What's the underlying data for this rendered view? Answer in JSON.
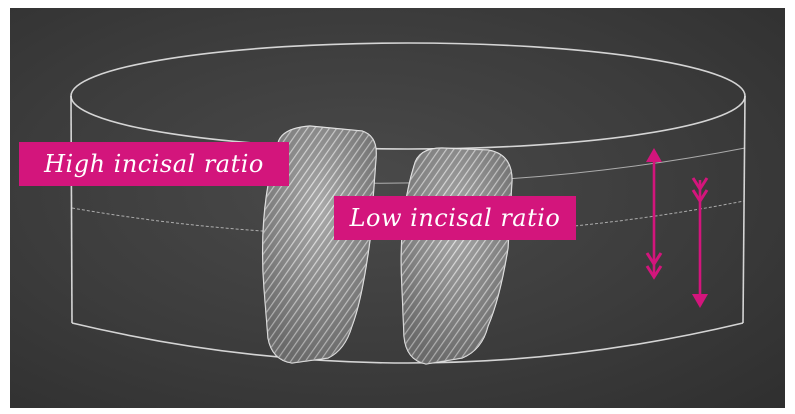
{
  "labels": {
    "high": "High incisal ratio",
    "low": "Low incisal ratio"
  },
  "colors": {
    "chalkboard": "#3c3c3c",
    "chalk": "#e6e6e6",
    "accent": "#d3157c"
  },
  "icons": [
    "cylinder-outline",
    "incisor-tooth",
    "double-arrow-indicator"
  ]
}
